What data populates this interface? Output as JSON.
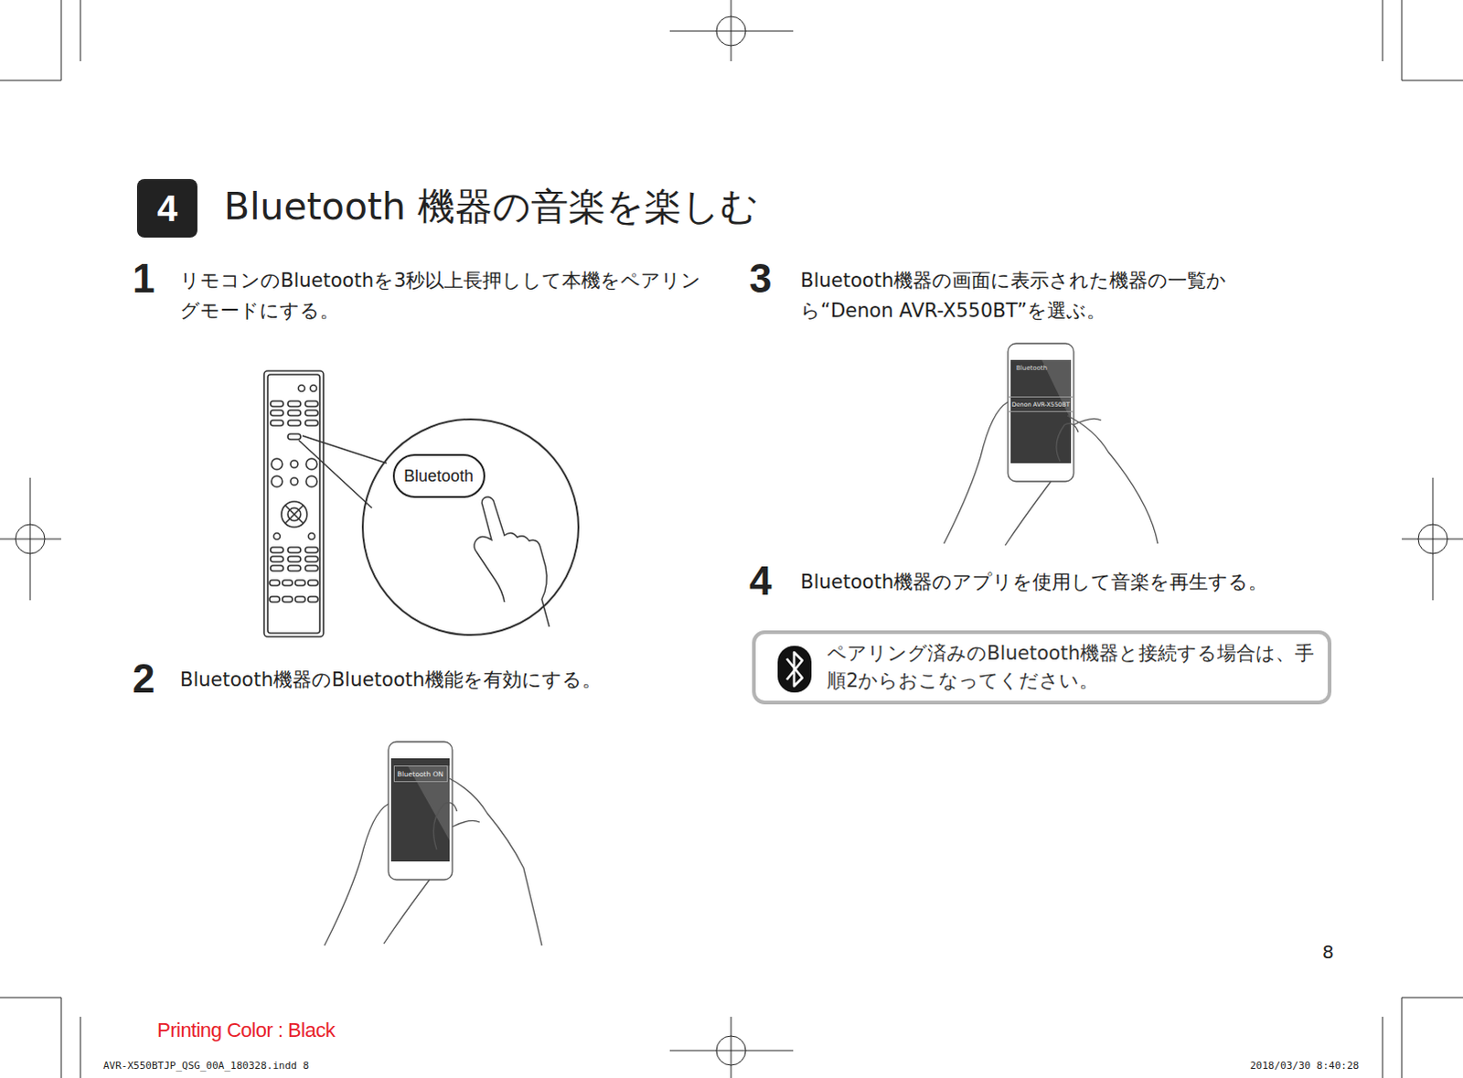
{
  "diagram": {
    "title": "Bluetooth 機器の音楽を楽しむ",
    "nodes": [
      {
        "text": [
          "4"
        ]
      },
      {
        "text": [
          "Bluetooth"
        ]
      },
      {
        "text": [
          "Bluetooth ON"
        ]
      },
      {
        "text": [
          "Denon AVR-X550BT"
        ]
      },
      {
        "text": [
          "ペアリング済みのBluetooth機器と接続する場合は、手順2からおこなってください。"
        ]
      }
    ],
    "labels": [
      "1",
      "リモコンのBluetoothを3秒以上長押しして本機をペアリングモードにする。",
      "2",
      "Bluetooth機器のBluetooth機能を有効にする。",
      "3",
      "Bluetooth機器の画面に表示された機器の一覧から“Denon AVR-X550BT”を選ぶ。",
      "4",
      "Bluetooth機器のアプリを使用して音楽を再生する。",
      "Bluetooth",
      "8",
      "Printing Color : Black",
      "AVR-X550BTJP_QSG_00A_180328.indd 8",
      "2018/03/30 8:40:28"
    ]
  }
}
